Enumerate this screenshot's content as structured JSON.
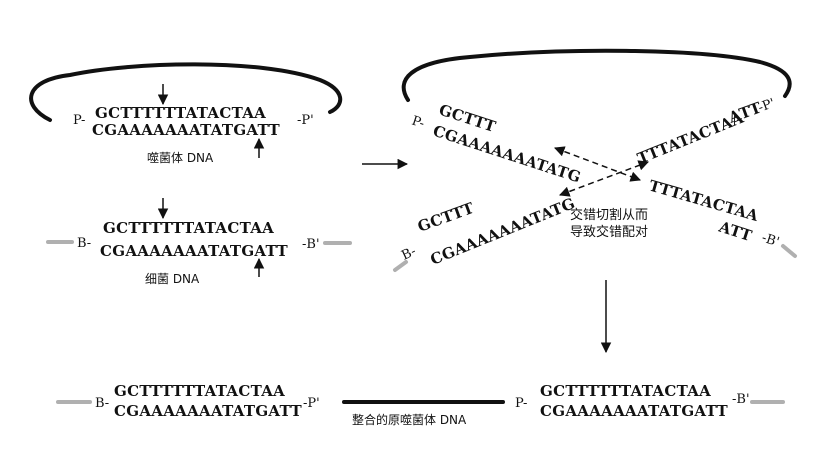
{
  "phage": {
    "top_seq": "GCTTTTTTATACTAA",
    "bottom_seq": "CGAAAAAAATATGATT",
    "left_label": "P-",
    "right_label": "-P'",
    "caption": "噬菌体 DNA"
  },
  "bacteria": {
    "top_seq": "GCTTTTTTATACTAA",
    "bottom_seq": "CGAAAAAAATATGATT",
    "left_label": "B-",
    "right_label": "-B'",
    "caption": "细菌 DNA"
  },
  "exchange": {
    "upper_left_p": "P-",
    "upper_left_top": "GCTTT",
    "upper_left_bottom": "CGAAAAAAATATG",
    "upper_right_top": "TTTATACTAA",
    "upper_right_bottom": "ATT",
    "upper_right_p": "-P'",
    "lower_left_top": "GCTTT",
    "lower_left_b": "B-",
    "lower_left_bottom": "CGAAAAAAATATG",
    "lower_right_top": "TTTATACTAA",
    "lower_right_bottom": "ATT",
    "lower_right_b": "-B'",
    "caption_line1": "交错切割从而",
    "caption_line2": "导致交错配对"
  },
  "integrated": {
    "left_b": "B-",
    "left_top": "GCTTTTTTATACTAA",
    "left_bottom": "CGAAAAAAATATGATT",
    "left_p": "-P'",
    "right_p": "P-",
    "right_top": "GCTTTTTTATACTAA",
    "right_bottom": "CGAAAAAAATATGATT",
    "right_b": "-B'",
    "caption": "整合的原噬菌体 DNA"
  },
  "colors": {
    "ink": "#111111",
    "bacterial_dna": "#b0b0b0"
  }
}
